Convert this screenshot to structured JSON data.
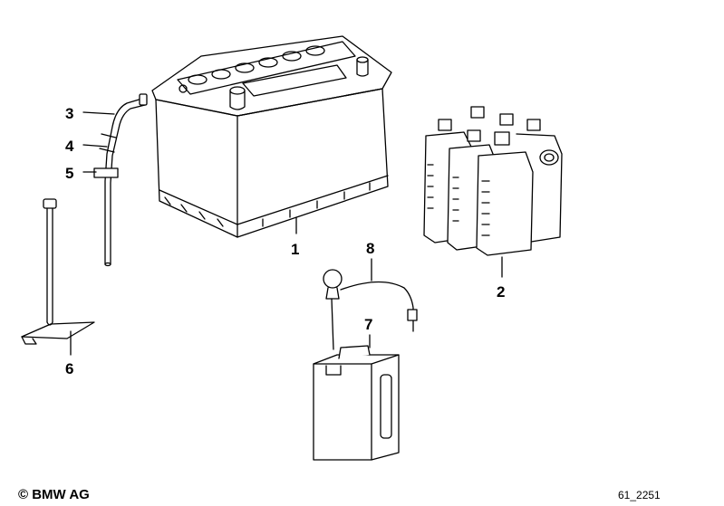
{
  "diagram": {
    "parts": [
      {
        "number": "1"
      },
      {
        "number": "2"
      },
      {
        "number": "3"
      },
      {
        "number": "4"
      },
      {
        "number": "5"
      },
      {
        "number": "6"
      },
      {
        "number": "7"
      },
      {
        "number": "8"
      }
    ]
  },
  "footer": {
    "copyright": "© BMW AG",
    "drawing_number": "61_2251"
  },
  "colors": {
    "line": "#000000",
    "background": "#ffffff"
  }
}
